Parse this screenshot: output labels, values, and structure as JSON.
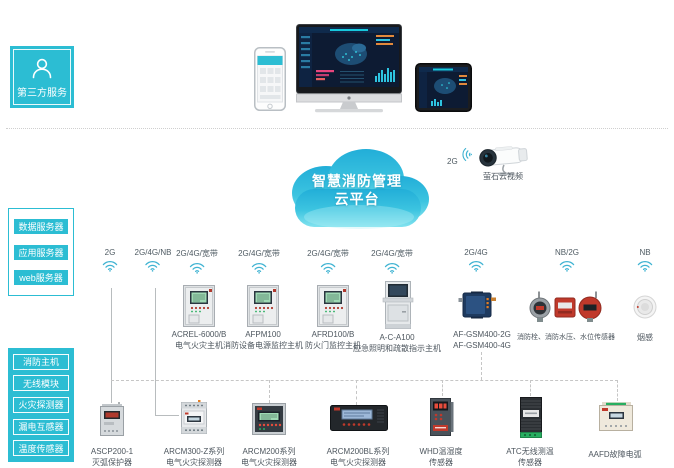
{
  "colors": {
    "accent_teal": "#2cbdd3",
    "cloud_top": "#22aed8",
    "cloud_bottom": "#83e3ef",
    "wifi_icon": "#3fb3d2",
    "label_text": "#4d565e",
    "dashboard_bg": "#0d1b33"
  },
  "third_party": {
    "label": "第三方服务"
  },
  "cloud": {
    "line1": "智慧消防管理",
    "line2": "云平台"
  },
  "camera": {
    "signal": "2G",
    "label": "萤石云视频"
  },
  "server_panel": {
    "items": [
      {
        "label": "数据服务器"
      },
      {
        "label": "应用服务器"
      },
      {
        "label": "web服务器"
      }
    ]
  },
  "category_panel": {
    "items": [
      {
        "label": "消防主机"
      },
      {
        "label": "无线模块"
      },
      {
        "label": "火灾探测器"
      },
      {
        "label": "漏电互感器"
      },
      {
        "label": "温度传感器"
      }
    ]
  },
  "signals": [
    {
      "label": "2G"
    },
    {
      "label": "2G/4G/NB"
    },
    {
      "label": "2G/4G/宽带"
    },
    {
      "label": "2G/4G/宽带"
    },
    {
      "label": "2G/4G/宽带"
    },
    {
      "label": "2G/4G/宽带"
    },
    {
      "label": "2G/4G"
    },
    {
      "label": "NB/2G"
    },
    {
      "label": "NB"
    }
  ],
  "mid_devices": [
    {
      "name": "ACREL-6000/B",
      "desc": "电气火灾主机"
    },
    {
      "name": "AFPM100",
      "desc": "消防设备电源监控主机"
    },
    {
      "name": "AFRD100/B",
      "desc": "防火门监控主机"
    },
    {
      "name": "A-C-A100",
      "desc": "应急照明和疏散指示主机"
    },
    {
      "name": "AF-GSM400-2G",
      "desc": "AF-GSM400-4G"
    },
    {
      "name": "消防栓、消防水压、水位传感器"
    },
    {
      "name": "烟感"
    }
  ],
  "bottom_devices": [
    {
      "name": "ASCP200-1",
      "desc": "灭弧保护器"
    },
    {
      "name": "ARCM300-Z系列",
      "desc": "电气火灾探测器"
    },
    {
      "name": "ARCM200系列",
      "desc": "电气火灾探测器"
    },
    {
      "name": "ARCM200BL系列",
      "desc": "电气火灾探测器"
    },
    {
      "name": "WHD温湿度",
      "desc": "传感器"
    },
    {
      "name": "ATC无线测温",
      "desc": "传感器"
    },
    {
      "name": "AAFD故障电弧"
    }
  ]
}
